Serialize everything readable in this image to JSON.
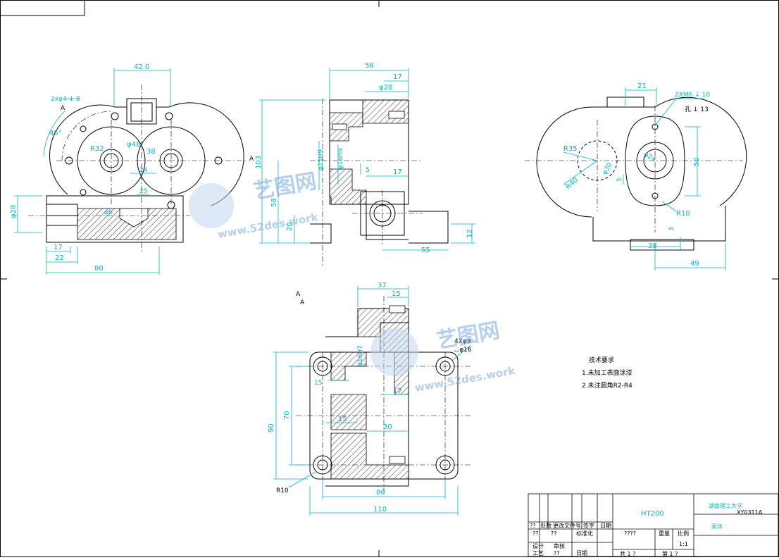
{
  "views": {
    "front": {
      "dims": {
        "width_top": "42.0",
        "hole_note": "2xφ4 ↓ 8",
        "section_mark": "A",
        "angle": "45°",
        "radius": "R32",
        "bore": "φ48",
        "center_dist": "38",
        "d1": "24",
        "d2": "25",
        "d3": "φ6",
        "port": "φ28",
        "len17": "17",
        "len22": "22",
        "len80": "80"
      }
    },
    "side": {
      "dims": {
        "w56": "56",
        "w17": "17",
        "d28": "φ28",
        "h103": "103",
        "fit1": "φ25H9",
        "fit2": "φ16H9",
        "s5": "5",
        "s17": "17",
        "h58": "58",
        "h20": "20",
        "w55": "55",
        "h12": "12"
      }
    },
    "top": {
      "dims": {
        "w21": "21",
        "thread": "2XM6 ↓ 10",
        "hole": "孔 ↓ 13",
        "r35": "R35",
        "r40": "R40",
        "d30": "φ30",
        "d24": "φ24",
        "h50": "50",
        "s5": "5",
        "r10": "R10",
        "s3": "3",
        "w38": "38",
        "w49": "49"
      }
    },
    "section": {
      "mark": "A",
      "mark_sub": "A",
      "dims": {
        "w37": "37",
        "w15": "15",
        "fit": "φ16H7",
        "s15": "15",
        "s17": "17",
        "w15b": "15",
        "w30": "30",
        "h70": "70",
        "h90": "90",
        "holes": "4Xφ9",
        "cb": "⌴φ16",
        "r10": "R10",
        "w80": "80",
        "w110": "110"
      }
    }
  },
  "requirements": {
    "title": "技术要求",
    "item1": "1.未加工表面涂漆",
    "item2": "2.未注圆角R2-R4"
  },
  "watermark": {
    "name": "艺图网",
    "url": "www.52des.work"
  },
  "title_block": {
    "material": "HT200",
    "school": "湖南理工大学",
    "code": "XY0311A",
    "part": "泵体",
    "h1": "??",
    "h2": "处数",
    "h3": "更改文件号",
    "h4": "签字",
    "h5": "日期",
    "r1": "??",
    "r2": "??",
    "r3": "标准化",
    "r4": "????",
    "r5": "重量",
    "r6": "比例",
    "r7": "设计",
    "r8": "审核",
    "r9": "工艺",
    "r10": "日期",
    "r11": "??",
    "scale": "1:1",
    "sheet_a": "共 1 ?",
    "sheet_b": "第 1 ?"
  },
  "colors": {
    "outline": "#000000",
    "dimension": "#00b5c8",
    "watermark": "#7aa9e0"
  }
}
